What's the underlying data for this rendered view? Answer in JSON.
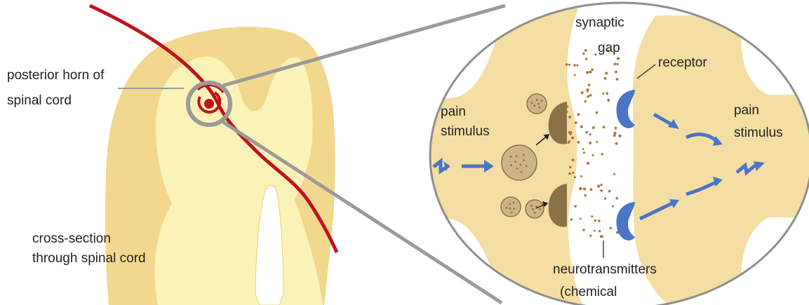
{
  "labels": {
    "posterior_horn": [
      "posterior horn of",
      "spinal cord"
    ],
    "cross_section": [
      "cross-section",
      "through spinal cord"
    ],
    "synaptic_gap": [
      "synaptic",
      "gap"
    ],
    "receptor": "receptor",
    "pain_stimulus_left": [
      "pain",
      "stimulus"
    ],
    "pain_stimulus_right": [
      "pain",
      "stimulus"
    ],
    "neurotransmitters": [
      "neurotransmitters",
      "(chemical"
    ]
  },
  "colors": {
    "cord_outer": "#f2d88e",
    "cord_inner": "#fbf2b8",
    "nerve": "#c0121f",
    "magnifier_ring": "#9a9a9a",
    "neuron_body": "#f5dea4",
    "signal_arrow": "#4a74c8",
    "vesicle": "#cdb58a",
    "molecule": "#a8743a"
  }
}
